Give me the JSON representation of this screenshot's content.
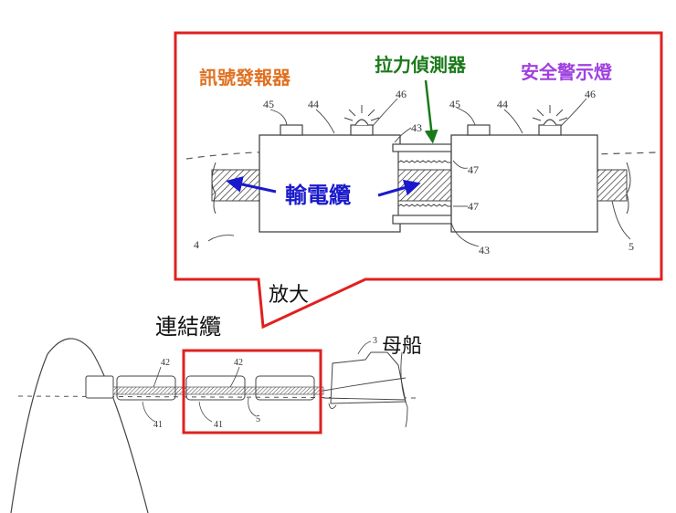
{
  "colors": {
    "callout_border": "#e02020",
    "signal_label": "#e07020",
    "tension_label": "#1a7a1a",
    "warning_label": "#a040e0",
    "cable_label": "#1a1acc",
    "line": "#444444",
    "text_dark": "#111111"
  },
  "callout": {
    "title_signal_transmitter": "訊號發報器",
    "title_tension_detector": "拉力偵測器",
    "title_warning_light": "安全警示燈",
    "power_cable_label": "輸電纜",
    "refs": {
      "left_45": "45",
      "left_44": "44",
      "left_46": "46",
      "top_43": "43",
      "right_45": "45",
      "right_44": "44",
      "right_46": "46",
      "upper_47": "47",
      "lower_47": "47",
      "bottom_43": "43",
      "ref_4": "4",
      "ref_5": "5"
    }
  },
  "zoom_label": "放大",
  "overview": {
    "connecting_cable_label": "連結纜",
    "mother_ship_label": "母船",
    "refs": {
      "left_42": "42",
      "left_41": "41",
      "mid_42": "42",
      "mid_41": "41",
      "mid_5": "5",
      "ship_3": "3"
    }
  }
}
